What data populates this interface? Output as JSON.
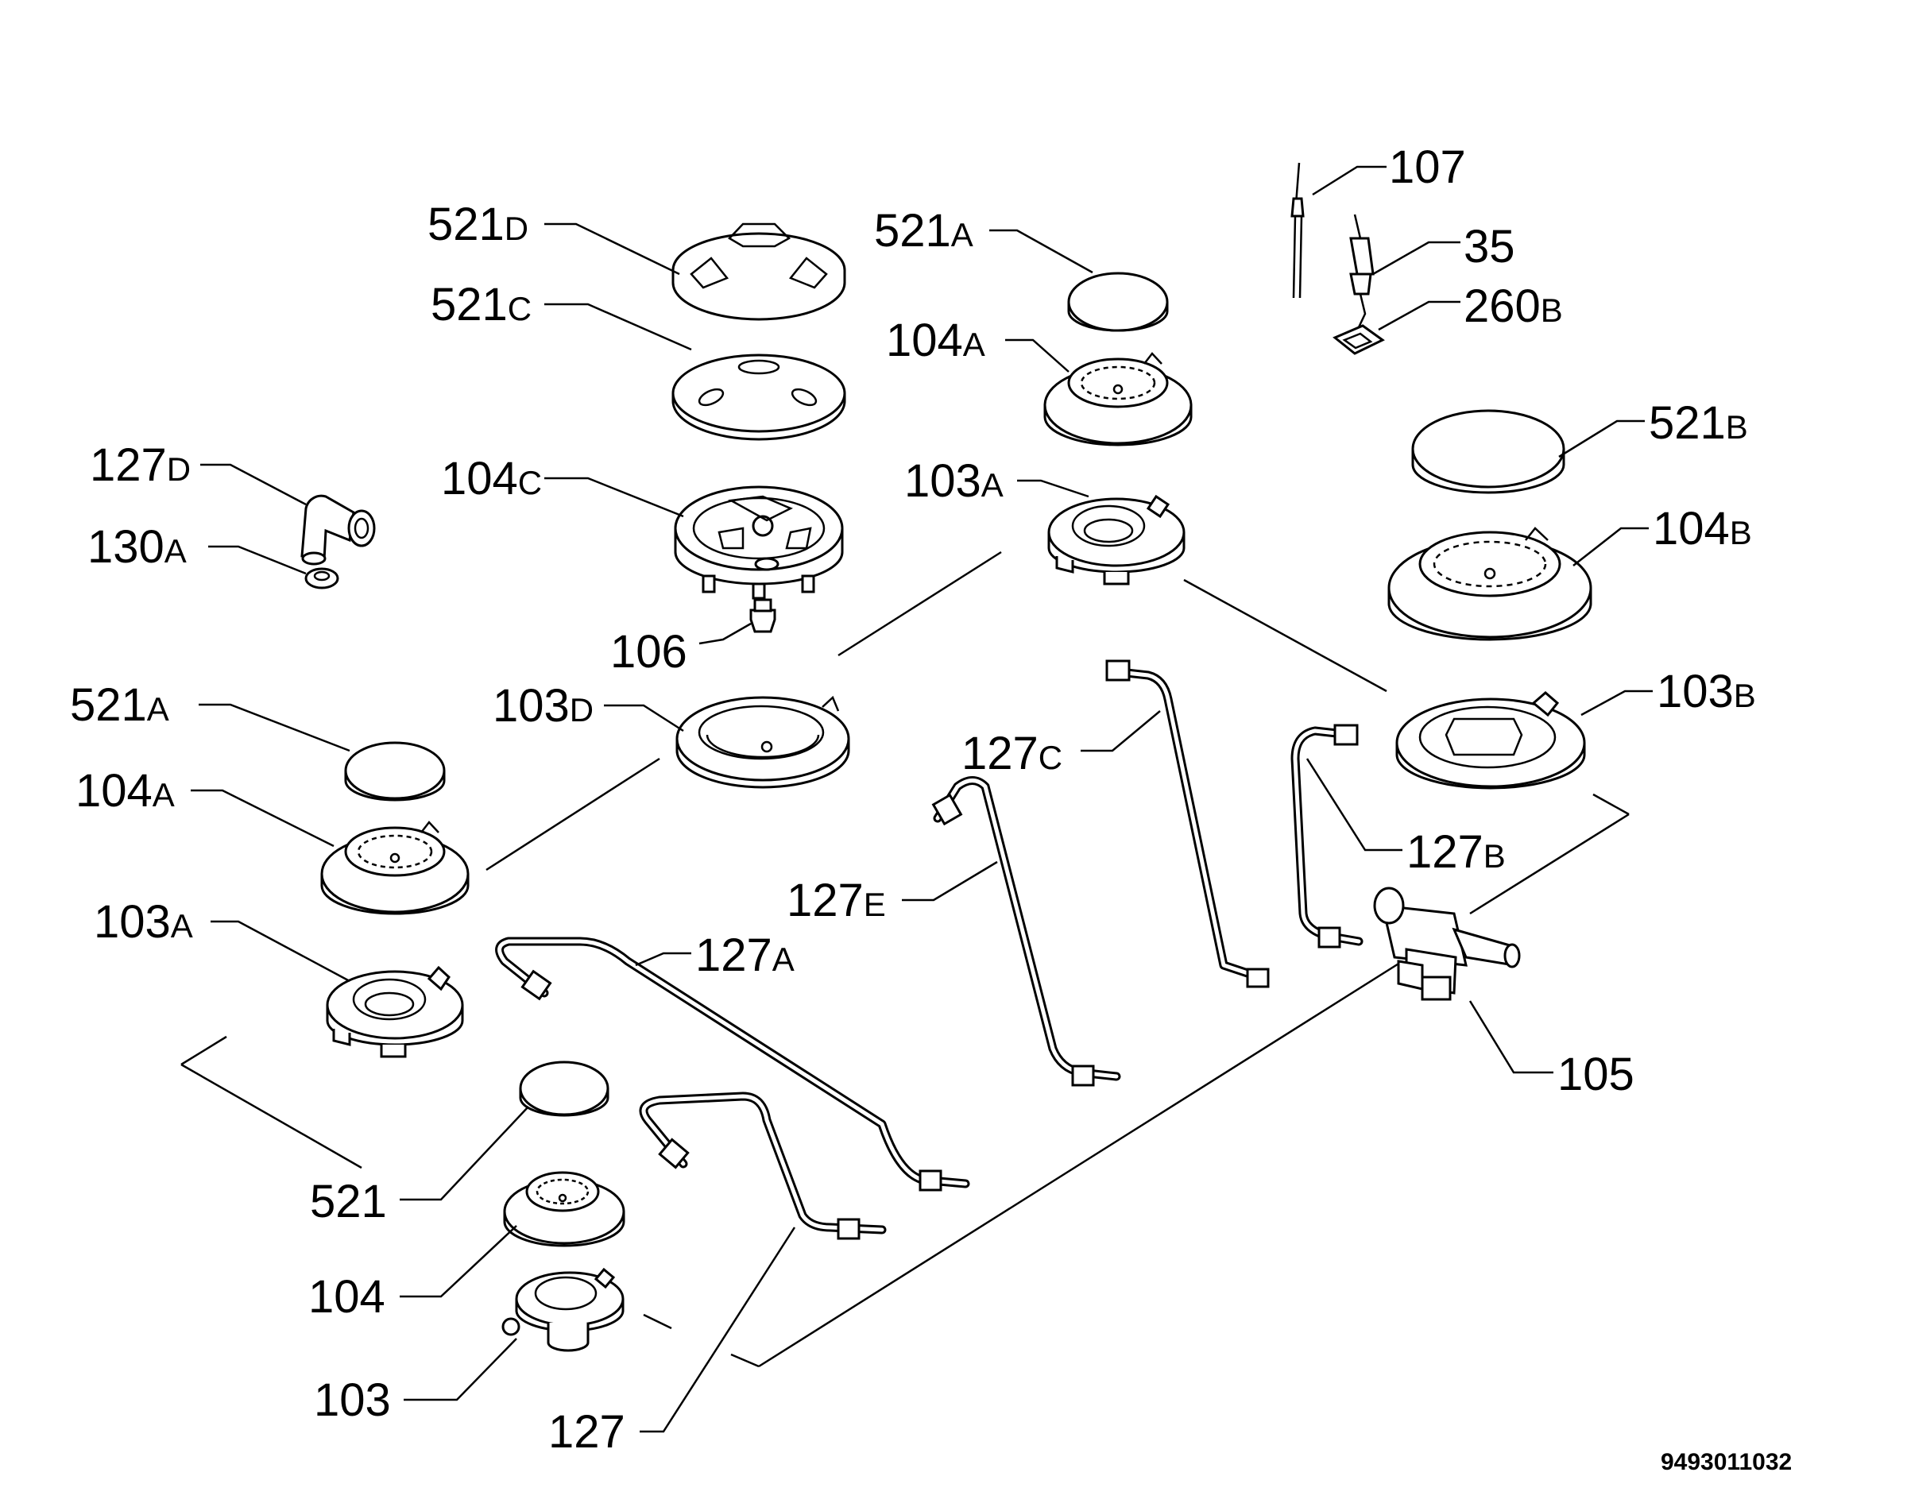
{
  "labels": [
    {
      "num": "521",
      "sfx": "D"
    },
    {
      "num": "521",
      "sfx": "C"
    },
    {
      "num": "104",
      "sfx": "C"
    },
    {
      "num": "106",
      "sfx": ""
    },
    {
      "num": "103",
      "sfx": "D"
    },
    {
      "num": "127",
      "sfx": "D"
    },
    {
      "num": "130",
      "sfx": "A"
    },
    {
      "num": "521",
      "sfx": "A"
    },
    {
      "num": "104",
      "sfx": "A"
    },
    {
      "num": "103",
      "sfx": "A"
    },
    {
      "num": "521",
      "sfx": "A"
    },
    {
      "num": "104",
      "sfx": "A"
    },
    {
      "num": "103",
      "sfx": "A"
    },
    {
      "num": "107",
      "sfx": ""
    },
    {
      "num": "35",
      "sfx": ""
    },
    {
      "num": "260",
      "sfx": "B"
    },
    {
      "num": "521",
      "sfx": "B"
    },
    {
      "num": "104",
      "sfx": "B"
    },
    {
      "num": "103",
      "sfx": "B"
    },
    {
      "num": "127",
      "sfx": "C"
    },
    {
      "num": "127",
      "sfx": "B"
    },
    {
      "num": "127",
      "sfx": "E"
    },
    {
      "num": "127",
      "sfx": "A"
    },
    {
      "num": "105",
      "sfx": ""
    },
    {
      "num": "521",
      "sfx": ""
    },
    {
      "num": "104",
      "sfx": ""
    },
    {
      "num": "103",
      "sfx": ""
    },
    {
      "num": "127",
      "sfx": ""
    }
  ],
  "drawing_code": "9493011032"
}
